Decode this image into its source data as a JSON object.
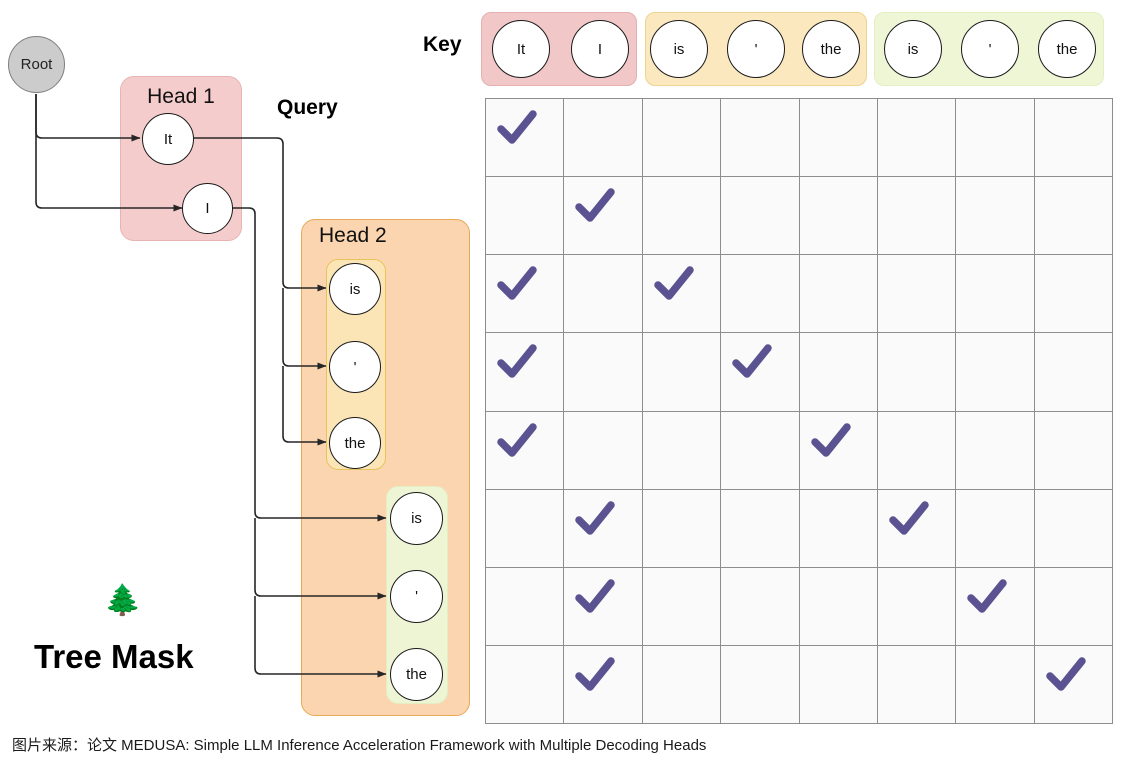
{
  "diagram": {
    "title_label": "Tree Mask",
    "tree_icon": "🌲",
    "key_label": "Key",
    "query_label": "Query",
    "caption": "图片来源：论文 MEDUSA: Simple LLM Inference Acceleration Framework with Multiple Decoding Heads"
  },
  "tree": {
    "root": {
      "label": "Root"
    },
    "head1": {
      "title": "Head 1",
      "color": "#f5cccc",
      "nodes": [
        {
          "label": "It"
        },
        {
          "label": "I"
        }
      ]
    },
    "head2": {
      "title": "Head 2",
      "color": "#fbd5b0",
      "groups": [
        {
          "parent": "It",
          "color": "#fbe5b6",
          "nodes": [
            {
              "label": "is"
            },
            {
              "label": "'"
            },
            {
              "label": "the"
            }
          ]
        },
        {
          "parent": "I",
          "color": "#eef5d4",
          "nodes": [
            {
              "label": "is"
            },
            {
              "label": "'"
            },
            {
              "label": "the"
            }
          ]
        }
      ]
    }
  },
  "key_row": {
    "groups": [
      {
        "color": "#f2c7c7",
        "nodes": [
          {
            "label": "It"
          },
          {
            "label": "I"
          }
        ]
      },
      {
        "color": "#fbe8bf",
        "nodes": [
          {
            "label": "is"
          },
          {
            "label": "'"
          },
          {
            "label": "the"
          }
        ]
      },
      {
        "color": "#eff6d6",
        "nodes": [
          {
            "label": "is"
          },
          {
            "label": "'"
          },
          {
            "label": "the"
          }
        ]
      }
    ]
  },
  "chart_data": {
    "type": "heatmap",
    "title": "Tree Mask",
    "xlabel": "Key",
    "ylabel": "Query",
    "check_color": "#5b5391",
    "grid": true,
    "categories": [
      "It",
      "I",
      "is",
      "'",
      "the",
      "is",
      "'",
      "the"
    ],
    "rows": [
      "It",
      "I",
      "is",
      "'",
      "the",
      "is",
      "'",
      "the"
    ],
    "values": [
      [
        1,
        0,
        0,
        0,
        0,
        0,
        0,
        0
      ],
      [
        0,
        1,
        0,
        0,
        0,
        0,
        0,
        0
      ],
      [
        1,
        0,
        1,
        0,
        0,
        0,
        0,
        0
      ],
      [
        1,
        0,
        0,
        1,
        0,
        0,
        0,
        0
      ],
      [
        1,
        0,
        0,
        0,
        1,
        0,
        0,
        0
      ],
      [
        0,
        1,
        0,
        0,
        0,
        1,
        0,
        0
      ],
      [
        0,
        1,
        0,
        0,
        0,
        0,
        1,
        0
      ],
      [
        0,
        1,
        0,
        0,
        0,
        0,
        0,
        1
      ]
    ]
  }
}
